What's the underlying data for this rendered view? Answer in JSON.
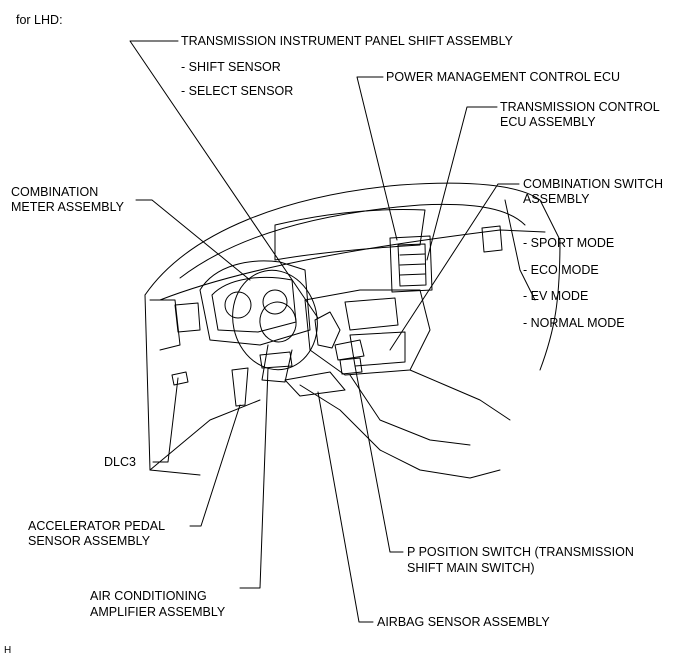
{
  "header": {
    "variant": "for LHD:"
  },
  "labels": {
    "shift_assembly": "TRANSMISSION INSTRUMENT PANEL SHIFT ASSEMBLY",
    "shift_sensor": "- SHIFT SENSOR",
    "select_sensor": "- SELECT SENSOR",
    "power_mgmt": "POWER MANAGEMENT CONTROL ECU",
    "trans_ecu_1": "TRANSMISSION CONTROL",
    "trans_ecu_2": "ECU ASSEMBLY",
    "combo_switch_1": "COMBINATION SWITCH",
    "combo_switch_2": "ASSEMBLY",
    "sport_mode": "- SPORT MODE",
    "eco_mode": "- ECO MODE",
    "ev_mode": "- EV MODE",
    "normal_mode": "- NORMAL MODE",
    "combo_meter_1": "COMBINATION",
    "combo_meter_2": "METER ASSEMBLY",
    "dlc3": "DLC3",
    "accel_1": "ACCELERATOR PEDAL",
    "accel_2": "SENSOR ASSEMBLY",
    "ac_amp_1": "AIR CONDITIONING",
    "ac_amp_2": "AMPLIFIER ASSEMBLY",
    "p_switch_1": "P POSITION SWITCH (TRANSMISSION",
    "p_switch_2": "SHIFT MAIN SWITCH)",
    "airbag": "AIRBAG SENSOR ASSEMBLY"
  },
  "footer": {
    "code": "H"
  },
  "colors": {
    "line": "#000000",
    "background": "#ffffff"
  }
}
